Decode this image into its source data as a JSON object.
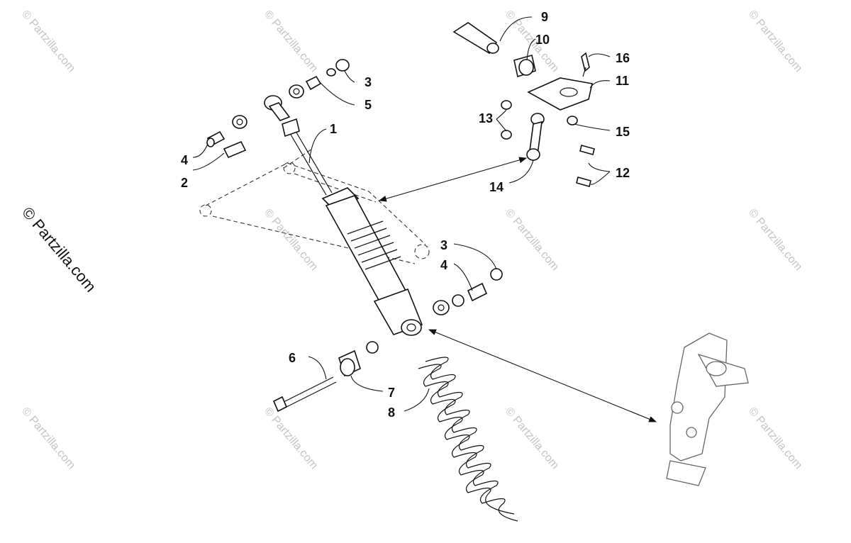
{
  "watermark": "© Partzilla.com",
  "side_watermark": "© Partzilla.com",
  "callouts": {
    "c1": "1",
    "c2": "2",
    "c3a": "3",
    "c3b": "3",
    "c4a": "4",
    "c4b": "4",
    "c5": "5",
    "c6": "6",
    "c7": "7",
    "c8": "8",
    "c9": "9",
    "c10": "10",
    "c11": "11",
    "c12": "12",
    "c13": "13",
    "c14": "14",
    "c15": "15",
    "c16": "16"
  }
}
